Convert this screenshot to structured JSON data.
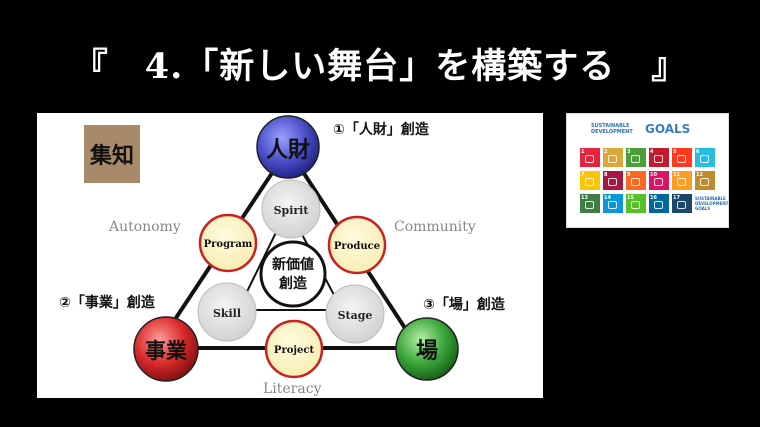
{
  "title": "『　4.「新しい舞台」を構築する　』",
  "diagram": {
    "corners": [
      {
        "label": "人財",
        "color": "#4b4fc8"
      },
      {
        "label": "事業",
        "color": "#d92a2a"
      },
      {
        "label": "場",
        "color": "#3aa63a"
      }
    ],
    "corner_captions": [
      "①「人財」創造",
      "②「事業」創造",
      "③「場」創造"
    ],
    "edge_labels": [
      "Autonomy",
      "Community",
      "Literacy"
    ],
    "inner_nodes": [
      "Spirit",
      "Skill",
      "Stage"
    ],
    "edge_nodes": [
      "Program",
      "Produce",
      "Project"
    ],
    "center_label_lines": [
      "新価値",
      "創造"
    ],
    "logo_glyph": "集知"
  },
  "sdgs": {
    "header_lines": [
      "SUSTAINABLE",
      "DEVELOPMENT"
    ],
    "goals_word": "GOALS",
    "tiles": [
      {
        "num": "1",
        "color": "#e5243b"
      },
      {
        "num": "2",
        "color": "#dda63a"
      },
      {
        "num": "3",
        "color": "#4c9f38"
      },
      {
        "num": "4",
        "color": "#c5192d"
      },
      {
        "num": "5",
        "color": "#ff3a21"
      },
      {
        "num": "6",
        "color": "#26bde2"
      },
      {
        "num": "7",
        "color": "#fcc30b"
      },
      {
        "num": "8",
        "color": "#a21942"
      },
      {
        "num": "9",
        "color": "#fd6925"
      },
      {
        "num": "10",
        "color": "#dd1367"
      },
      {
        "num": "11",
        "color": "#fd9d24"
      },
      {
        "num": "12",
        "color": "#bf8b2e"
      },
      {
        "num": "13",
        "color": "#3f7e44"
      },
      {
        "num": "14",
        "color": "#0a97d9"
      },
      {
        "num": "15",
        "color": "#56c02b"
      },
      {
        "num": "16",
        "color": "#00689d"
      },
      {
        "num": "17",
        "color": "#19486a"
      }
    ],
    "logo_tile_lines": [
      "SUSTAINABLE",
      "DEVELOPMENT",
      "GOALS"
    ]
  }
}
